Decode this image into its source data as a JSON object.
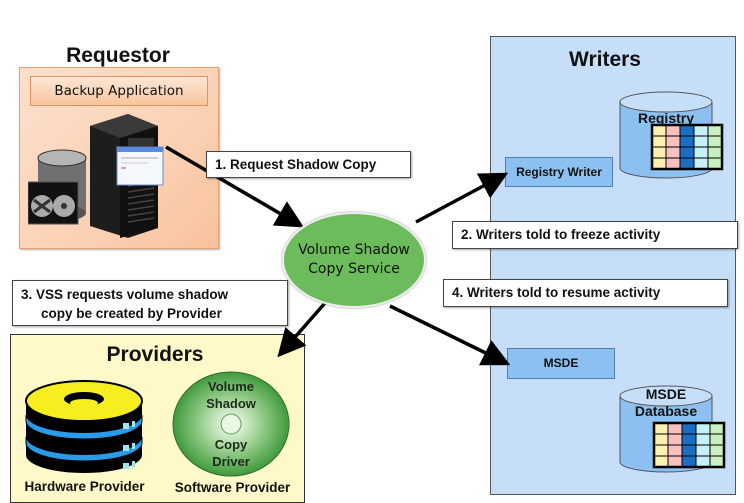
{
  "requestor": {
    "title": "Requestor",
    "app_label": "Backup Application"
  },
  "writers": {
    "title": "Writers",
    "registry_writer": "Registry Writer",
    "registry_db": "Registry",
    "msde_writer": "MSDE",
    "msde_db_line1": "MSDE",
    "msde_db_line2": "Database"
  },
  "vss": {
    "line1": "Volume Shadow",
    "line2": "Copy Service"
  },
  "steps": {
    "step1": "1.  Request Shadow Copy",
    "step2": "2.  Writers told to freeze activity",
    "step3_line1": "3.  VSS requests volume shadow",
    "step3_line2": "copy be created by Provider",
    "step4": "4.  Writers told to resume activity"
  },
  "providers": {
    "title": "Providers",
    "hardware_caption": "Hardware Provider",
    "software_caption": "Software Provider",
    "disc_line1": "Volume",
    "disc_line2": "Shadow",
    "disc_line3": "Copy",
    "disc_line4": "Driver"
  },
  "colors": {
    "requestor_bg": "#fbd1b4",
    "writers_bg": "#c6def8",
    "writer_box": "#8cc0f0",
    "providers_bg": "#fff8c8",
    "vss_green": "#6cbc5c"
  }
}
